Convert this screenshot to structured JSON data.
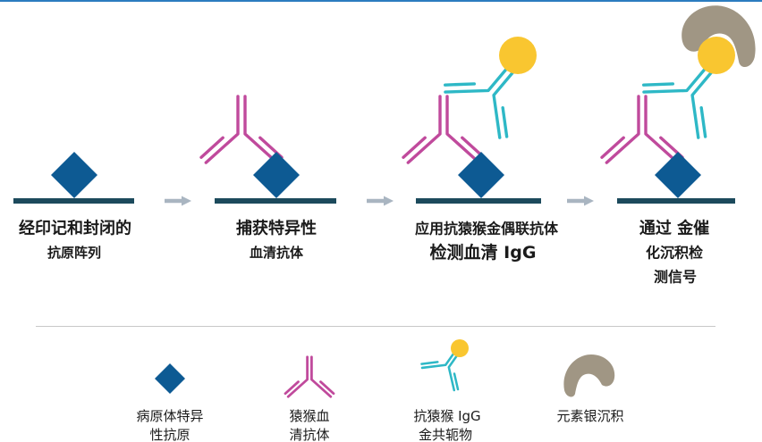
{
  "diagram": {
    "steps": [
      {
        "label_lines": [
          "经印记和封闭的",
          "抗原阵列"
        ]
      },
      {
        "label_lines": [
          "捕获特异性",
          "血清抗体"
        ]
      },
      {
        "label_lines": [
          "应用抗猿猴金偶联抗体",
          "检测血清 IgG"
        ]
      },
      {
        "label_lines": [
          "通过 金催",
          "化沉积检",
          "测信号"
        ]
      }
    ]
  },
  "legend": {
    "items": [
      {
        "icon": "antigen-diamond-icon",
        "label_lines": [
          "病原体特异",
          "性抗原"
        ]
      },
      {
        "icon": "serum-antibody-icon",
        "label_lines": [
          "猿猴血",
          "清抗体"
        ]
      },
      {
        "icon": "gold-conjugate-antibody-icon",
        "label_lines": [
          "抗猿猴 IgG",
          "金共轭物"
        ]
      },
      {
        "icon": "silver-deposit-icon",
        "label_lines": [
          "元素银沉积"
        ]
      }
    ]
  },
  "colors": {
    "top_rule": "#2b7cc0",
    "substrate": "#1c4a5c",
    "antigen": "#0d5a93",
    "serum_antibody": "#c04a9c",
    "conjugate_antibody": "#2eb8c6",
    "gold": "#f9c630",
    "silver": "#a09684",
    "arrow": "#a9b5c1",
    "divider": "#c8c8c8",
    "text": "#1a1a1a"
  }
}
